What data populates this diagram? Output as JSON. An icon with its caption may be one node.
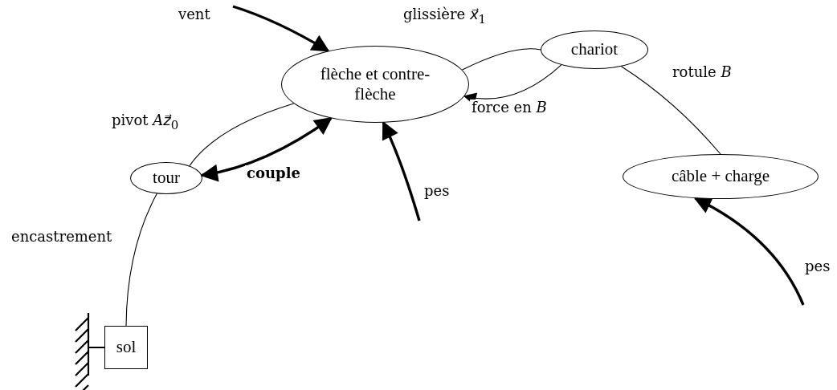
{
  "diagram": {
    "nodes": [
      {
        "text": [
          "flèche et contre-flèche"
        ]
      },
      {
        "text": [
          "chariot"
        ]
      },
      {
        "text": [
          "tour"
        ]
      },
      {
        "text": [
          "câble + charge"
        ]
      },
      {
        "text": [
          "sol"
        ]
      }
    ],
    "edges": [
      {
        "from": 0,
        "to": 1,
        "arrow": "none",
        "label": "glissière *x⃗*$_{1}$"
      },
      {
        "from": 1,
        "to": 0,
        "arrow": "to",
        "label": "force en *B*"
      },
      {
        "from": 1,
        "to": 3,
        "arrow": "none",
        "label": "rotule *B*"
      },
      {
        "from": 2,
        "to": 0,
        "arrow": "none",
        "label": "pivot *Az⃗*$_{0}$"
      },
      {
        "from": 2,
        "to": 0,
        "arrow": "both",
        "label": "couple",
        "style": "thick"
      },
      {
        "from": 4,
        "to": 2,
        "arrow": "none",
        "label": "encastrement"
      },
      {
        "from": null,
        "to": 0,
        "arrow": "to",
        "label": "vent",
        "style": "thick"
      },
      {
        "from": null,
        "to": 0,
        "arrow": "to",
        "label": "pes",
        "style": "thick"
      },
      {
        "from": null,
        "to": 3,
        "arrow": "to",
        "label": "pes",
        "style": "thick"
      }
    ]
  }
}
